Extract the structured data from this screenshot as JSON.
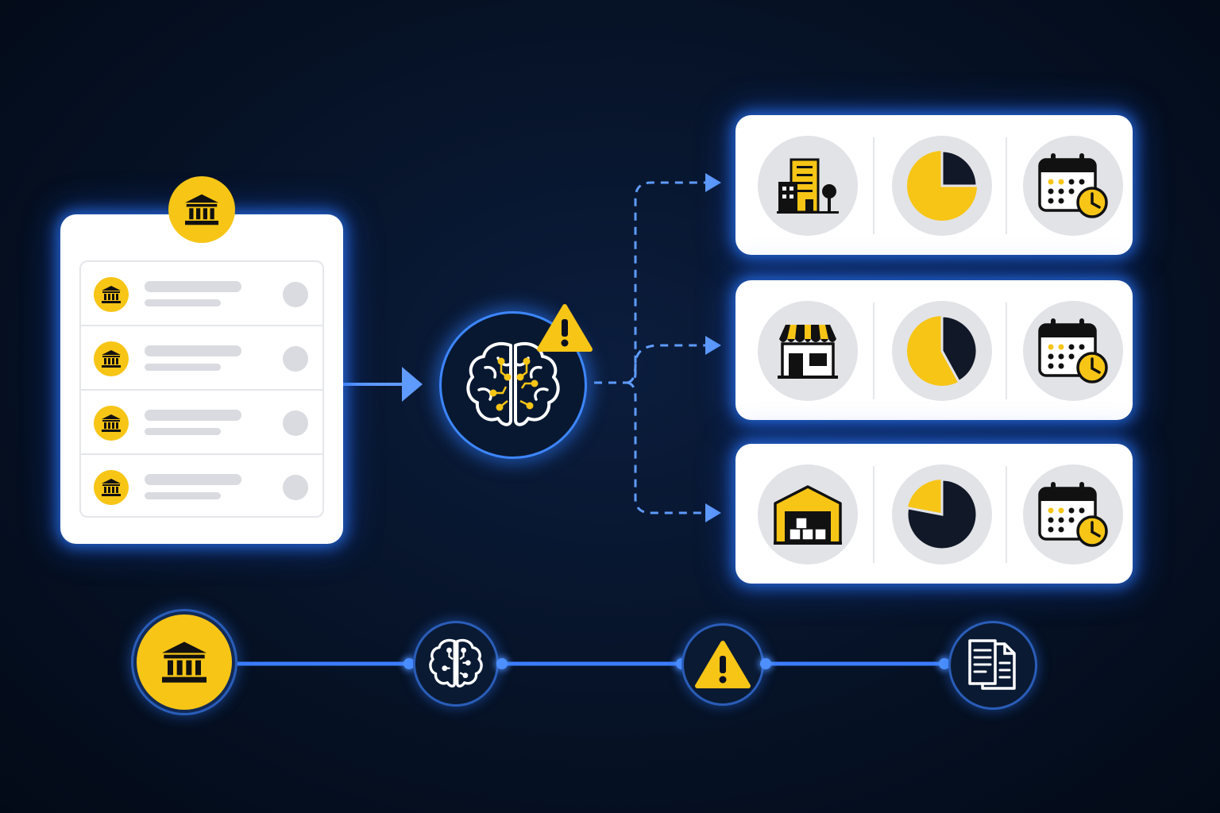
{
  "diagram": {
    "accent_color": "#f7c516",
    "glow_color": "#2e7cff",
    "background_color": "#061226",
    "source_card": {
      "header_icon": "bank-icon",
      "rows": [
        {
          "icon": "bank-icon"
        },
        {
          "icon": "bank-icon"
        },
        {
          "icon": "bank-icon"
        },
        {
          "icon": "bank-icon"
        }
      ]
    },
    "processor": {
      "icon": "brain-circuit-icon",
      "badge": "warning-icon",
      "badge_text": "!"
    },
    "outputs": [
      {
        "entity_icon": "office-building-icon",
        "pie_fraction": 0.25,
        "schedule_icon": "calendar-clock-icon"
      },
      {
        "entity_icon": "storefront-icon",
        "pie_fraction": 0.42,
        "schedule_icon": "calendar-clock-icon"
      },
      {
        "entity_icon": "warehouse-icon",
        "pie_fraction": 0.78,
        "schedule_icon": "calendar-clock-icon"
      }
    ],
    "timeline": [
      {
        "icon": "bank-icon"
      },
      {
        "icon": "brain-circuit-icon"
      },
      {
        "icon": "warning-icon",
        "text": "!"
      },
      {
        "icon": "documents-icon"
      }
    ]
  }
}
